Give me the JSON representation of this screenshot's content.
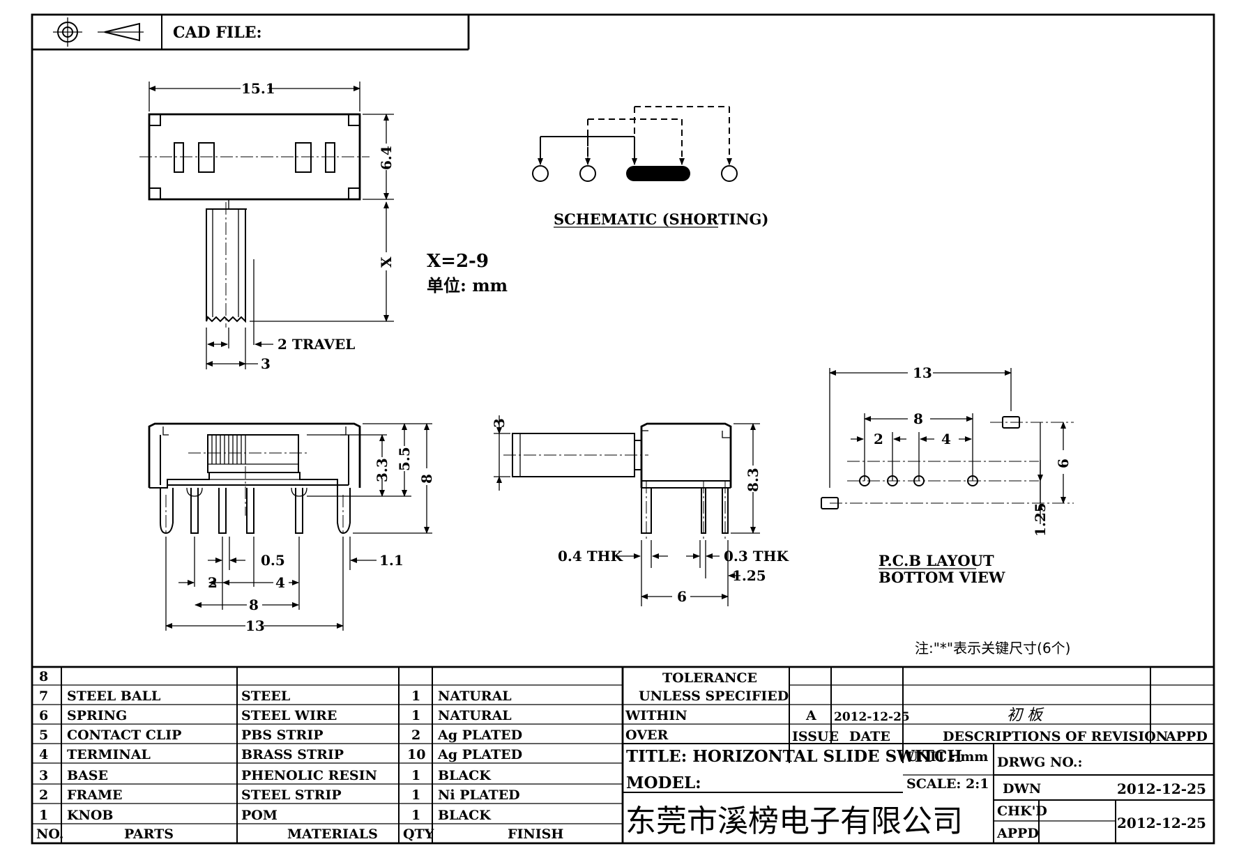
{
  "header": {
    "cad_file_label": "CAD FILE:",
    "projection_icon": "third-angle-projection-icon"
  },
  "dimensions": {
    "top_width": "15.1",
    "top_height": "6.4",
    "knob_extension": "X",
    "x_range": "X=2-9",
    "unit_note": "单位: mm",
    "travel": "2 TRAVEL",
    "knob_width": "3",
    "front_pitch_small": "0.5",
    "front_pitch_2": "2",
    "front_pitch_4": "4",
    "front_span_8": "8",
    "front_span_13": "13",
    "front_pin_1_1": "1.1",
    "front_h_3_3": "3.3",
    "front_h_5_5": "5.5",
    "front_h_8": "8",
    "side_knob_3": "3",
    "side_h_8_3": "8.3",
    "side_thk_0_4": "0.4 THK",
    "side_thk_0_3": "0.3 THK",
    "side_1_25": "1.25",
    "side_6": "6",
    "pcb_13": "13",
    "pcb_8": "8",
    "pcb_2": "2",
    "pcb_4": "4",
    "pcb_6": "6",
    "pcb_1_25": "1.25"
  },
  "labels": {
    "schematic": "SCHEMATIC (SHORTING)",
    "pcb_layout": "P.C.B LAYOUT",
    "bottom_view": "BOTTOM VIEW",
    "key_note": "注:\"*\"表示关键尺寸(6个)"
  },
  "bom": {
    "headers": {
      "no": "NO.",
      "parts": "PARTS",
      "materials": "MATERIALS",
      "qty": "QTY",
      "finish": "FINISH"
    },
    "rows": [
      {
        "no": "8",
        "part": "",
        "material": "",
        "qty": "",
        "finish": ""
      },
      {
        "no": "7",
        "part": "STEEL BALL",
        "material": "STEEL",
        "qty": "1",
        "finish": "NATURAL"
      },
      {
        "no": "6",
        "part": "SPRING",
        "material": "STEEL WIRE",
        "qty": "1",
        "finish": "NATURAL"
      },
      {
        "no": "5",
        "part": "CONTACT CLIP",
        "material": "PBS STRIP",
        "qty": "2",
        "finish": "Ag PLATED"
      },
      {
        "no": "4",
        "part": "TERMINAL",
        "material": "BRASS STRIP",
        "qty": "10",
        "finish": "Ag PLATED"
      },
      {
        "no": "3",
        "part": "BASE",
        "material": "PHENOLIC RESIN",
        "qty": "1",
        "finish": "BLACK"
      },
      {
        "no": "2",
        "part": "FRAME",
        "material": "STEEL STRIP",
        "qty": "1",
        "finish": "Ni PLATED"
      },
      {
        "no": "1",
        "part": "KNOB",
        "material": "POM",
        "qty": "1",
        "finish": "BLACK"
      }
    ]
  },
  "title_block": {
    "tolerance": "TOLERANCE",
    "unless_specified": "UNLESS SPECIFIED",
    "within": "WITHIN",
    "over": "OVER",
    "rev_issue": "A",
    "rev_date": "2012-12-25",
    "rev_description": "初 板",
    "issue_label": "ISSUE",
    "date_label": "DATE",
    "descriptions_label": "DESCRIPTIONS OF REVISION",
    "appd_label": "APPD",
    "title": "TITLE: HORIZONTAL SLIDE SWITCH",
    "unit": "UNIT : mm",
    "drwg_no": "DRWG NO.:",
    "model": "MODEL:",
    "scale": "SCALE: 2:1",
    "dwn_label": "DWN",
    "dwn_date": "2012-12-25",
    "chkd_label": "CHK'D",
    "appd2_label": "APPD",
    "chkd_date": "2012-12-25",
    "company": "东莞市溪榜电子有限公司"
  }
}
